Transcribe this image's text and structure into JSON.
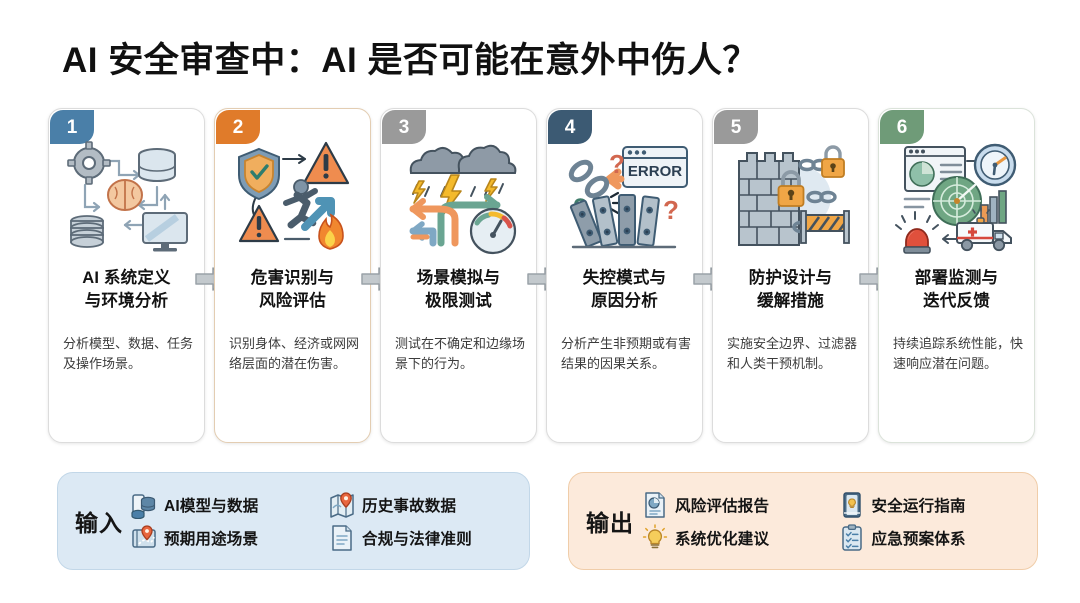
{
  "title": "AI 安全审查中：AI 是否可能在意外中伤人？",
  "steps": [
    {
      "number": "1",
      "badge_color": "#4a7fa8",
      "border_color": "#dcdcdc",
      "title_line1": "AI 系统定义",
      "title_line2": "与环境分析",
      "description": "分析模型、数据、任务及操作场景。",
      "illustration": "ai-system-architecture-icon"
    },
    {
      "number": "2",
      "badge_color": "#e07b2a",
      "border_color": "#e3cdb2",
      "title_line1": "危害识别与",
      "title_line2": "风险评估",
      "description": "识别身体、经济或网网络层面的潜在伤害。",
      "illustration": "hazard-shield-warning-icon"
    },
    {
      "number": "3",
      "badge_color": "#9a9a9a",
      "border_color": "#dcdcdc",
      "title_line1": "场景模拟与",
      "title_line2": "极限测试",
      "description": "测试在不确定和边缘场景下的行为。",
      "illustration": "storm-road-gauge-icon"
    },
    {
      "number": "4",
      "badge_color": "#3c5a73",
      "border_color": "#dcdcdc",
      "title_line1": "失控模式与",
      "title_line2": "原因分析",
      "description": "分析产生非预期或有害结果的因果关系。",
      "illustration": "broken-chain-domino-error-icon"
    },
    {
      "number": "5",
      "badge_color": "#9a9a9a",
      "border_color": "#dcdcdc",
      "title_line1": "防护设计与",
      "title_line2": "缓解措施",
      "description": "实施安全边界、过滤器和人类干预机制。",
      "illustration": "wall-lock-barrier-icon"
    },
    {
      "number": "6",
      "badge_color": "#6f9b78",
      "border_color": "#dbe3da",
      "title_line1": "部署监测与",
      "title_line2": "迭代反馈",
      "description": "持续追踪系统性能，快速响应潜在问题。",
      "illustration": "dashboard-radar-ambulance-icon"
    }
  ],
  "input_panel": {
    "label": "输入",
    "background": "#dce9f4",
    "items": [
      {
        "text": "AI模型与数据",
        "icon": "database-server-icon"
      },
      {
        "text": "历史事故数据",
        "icon": "map-pin-icon"
      },
      {
        "text": "预期用途场景",
        "icon": "map-route-pin-icon"
      },
      {
        "text": "合规与法律准则",
        "icon": "document-lines-icon"
      }
    ]
  },
  "output_panel": {
    "label": "输出",
    "background": "#fceadb",
    "items": [
      {
        "text": "风险评估报告",
        "icon": "report-chart-document-icon"
      },
      {
        "text": "安全运行指南",
        "icon": "guide-book-icon"
      },
      {
        "text": "系统优化建议",
        "icon": "lightbulb-idea-icon"
      },
      {
        "text": "应急预案体系",
        "icon": "clipboard-checklist-icon"
      }
    ]
  },
  "connector": {
    "icon": "right-arrow-icon",
    "color": "#b9bfc4",
    "count": 5
  }
}
